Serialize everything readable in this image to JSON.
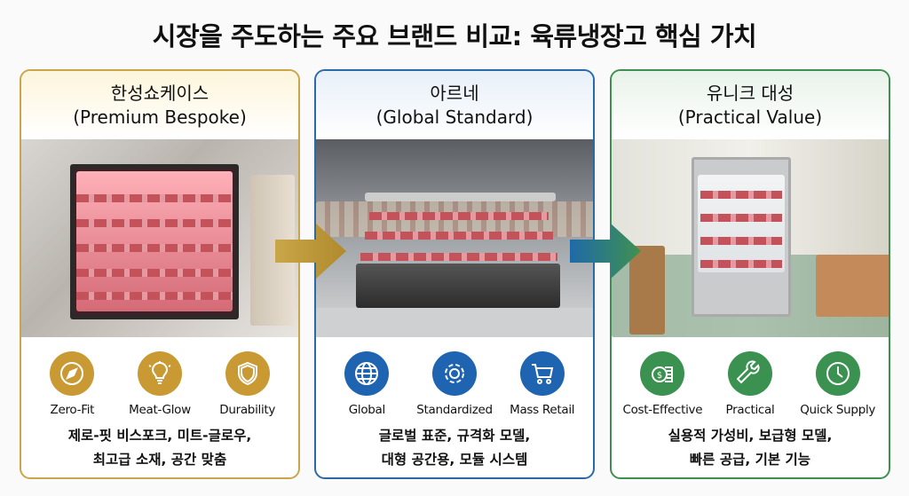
{
  "title": "시장을 주도하는 주요 브랜드 비교: 육류냉장고 핵심 가치",
  "panels": [
    {
      "name": "한성쇼케이스",
      "subtitle": "(Premium Bespoke)",
      "color": "#c99a34",
      "features": [
        {
          "label": "Zero-Fit",
          "icon": "compass-icon"
        },
        {
          "label": "Meat-Glow",
          "icon": "lightbulb-icon"
        },
        {
          "label": "Durability",
          "icon": "shield-icon"
        }
      ],
      "desc": [
        "제로-핏 비스포크, 미트-글로우,",
        "최고급 소재, 공간 맞춤"
      ]
    },
    {
      "name": "아르네",
      "subtitle": "(Global Standard)",
      "color": "#1e64b0",
      "features": [
        {
          "label": "Global",
          "icon": "globe-icon"
        },
        {
          "label": "Standardized",
          "icon": "gear-icon"
        },
        {
          "label": "Mass Retail",
          "icon": "cart-icon"
        }
      ],
      "desc": [
        "글로벌 표준, 규격화 모델,",
        "대형 공간용, 모듈 시스템"
      ]
    },
    {
      "name": "유니크 대성",
      "subtitle": "(Practical Value)",
      "color": "#3b9150",
      "features": [
        {
          "label": "Cost-Effective",
          "icon": "coins-icon"
        },
        {
          "label": "Practical",
          "icon": "wrench-icon"
        },
        {
          "label": "Quick Supply",
          "icon": "clock-icon"
        }
      ],
      "desc": [
        "실용적 가성비, 보급형 모델,",
        "빠른 공급, 기본 기능"
      ]
    }
  ]
}
